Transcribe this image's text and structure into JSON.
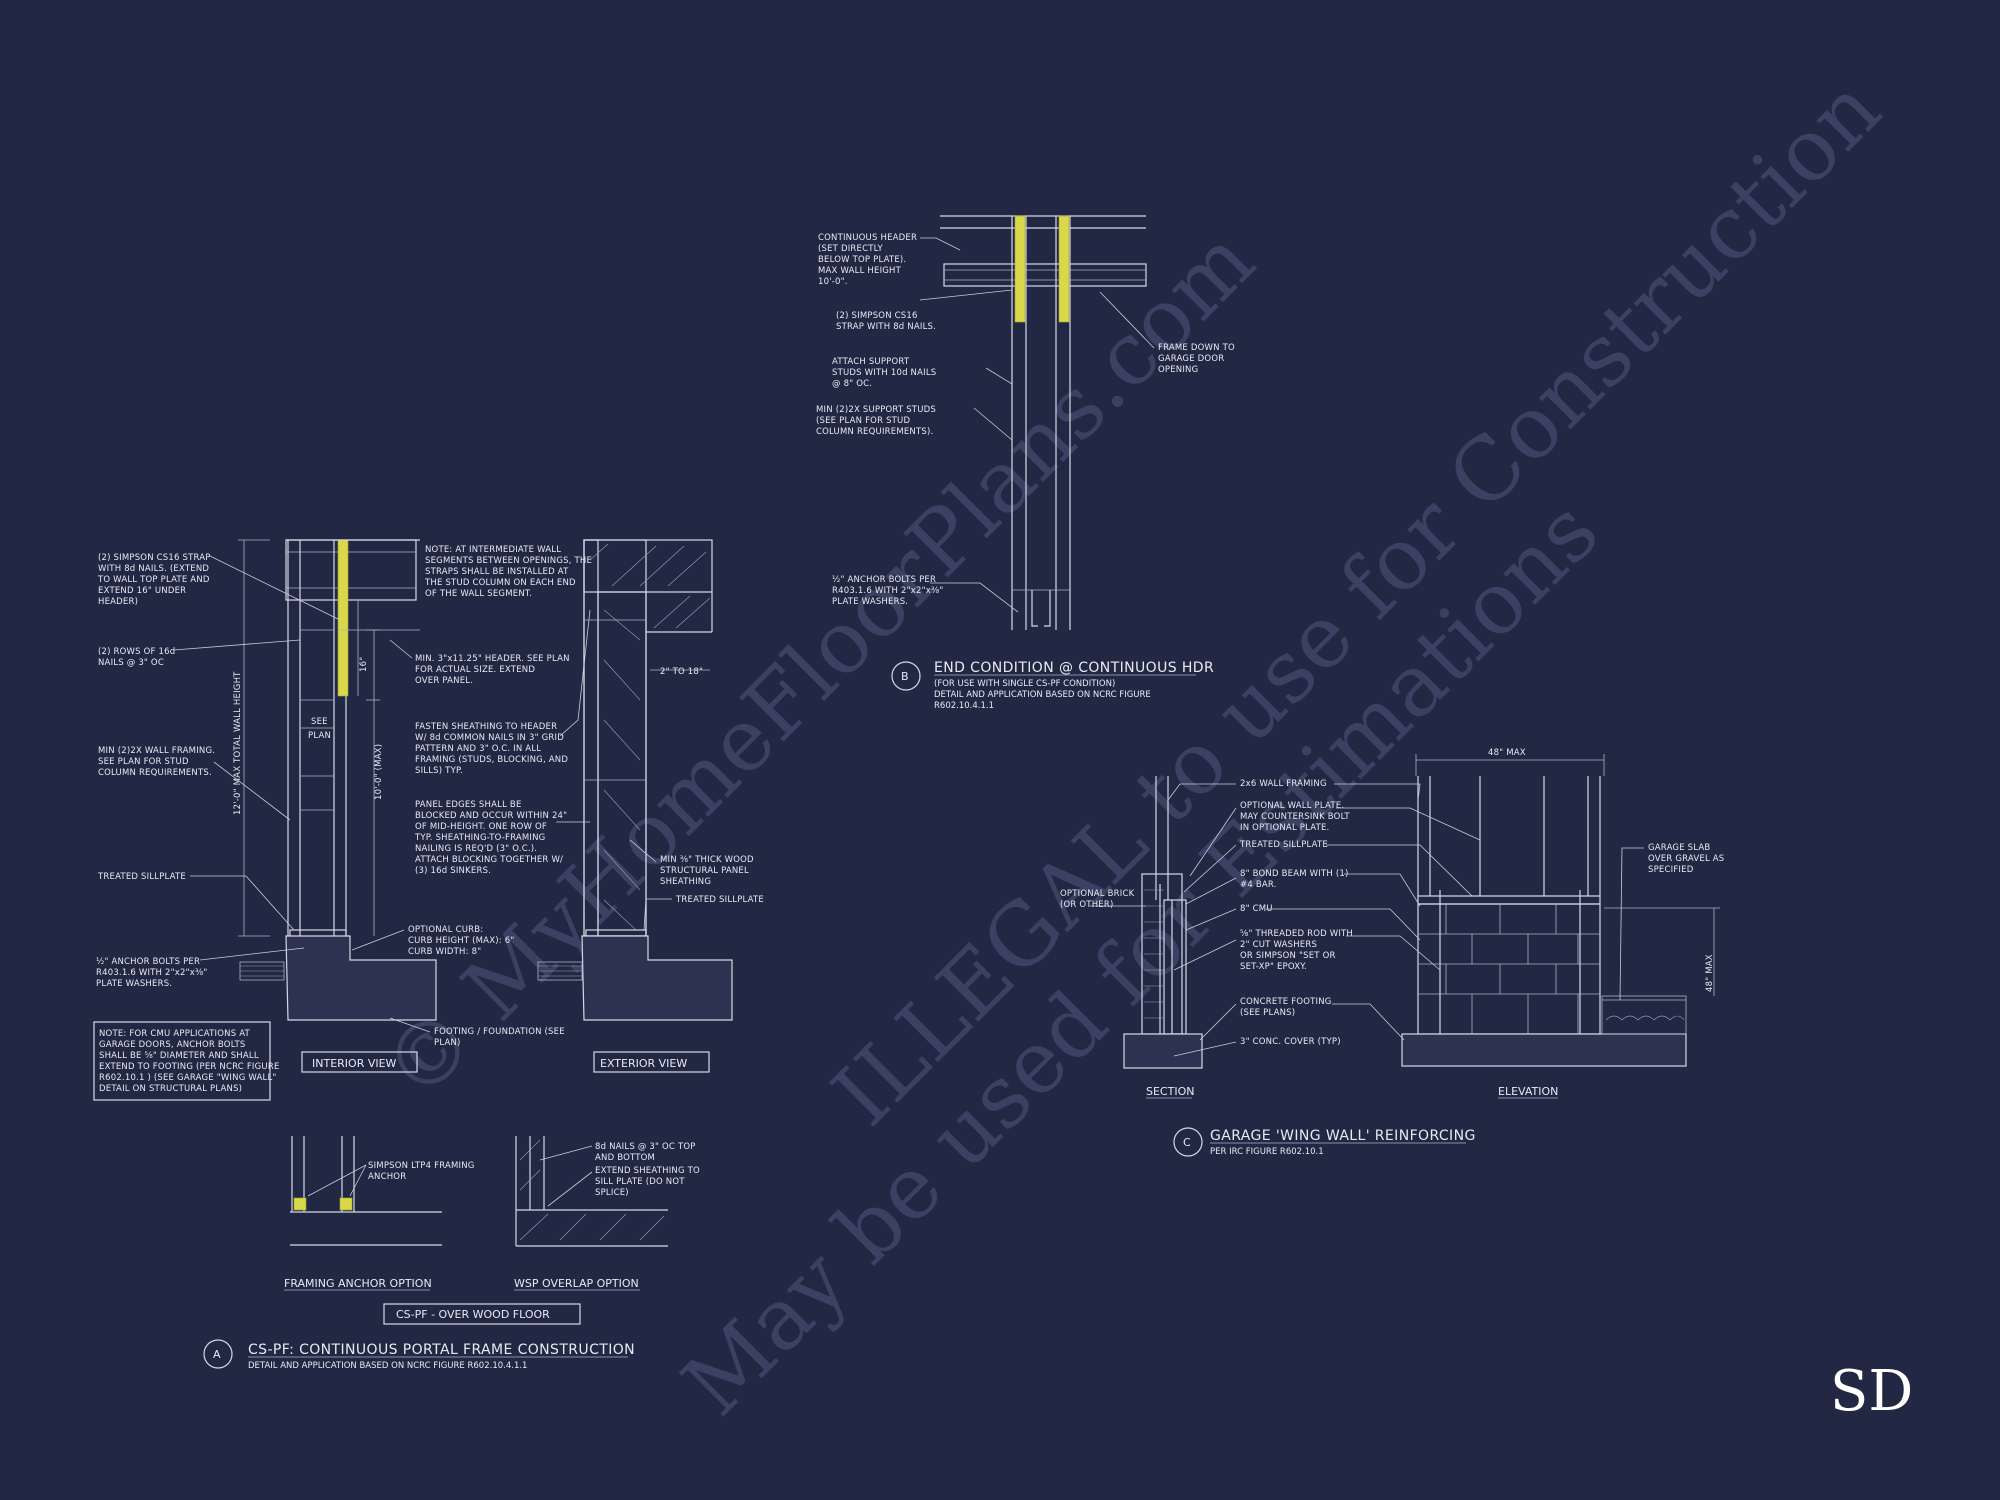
{
  "watermark": {
    "line1": "© MyHomeFloorPlans.com",
    "line2": "ILLEGAL to use for Construction",
    "line3": "May be used for Estimations"
  },
  "logo_text": "SD",
  "detail_a": {
    "marker": "A",
    "title": "CS-PF: CONTINUOUS PORTAL FRAME CONSTRUCTION",
    "subtitle": "DETAIL AND APPLICATION BASED ON NCRC FIGURE R602.10.4.1.1",
    "interior_view": "INTERIOR VIEW",
    "exterior_view": "EXTERIOR VIEW",
    "framing_anchor_option": "FRAMING ANCHOR OPTION",
    "wsp_overlap_option": "WSP OVERLAP OPTION",
    "over_wood_floor": "CS-PF - OVER WOOD FLOOR",
    "dim_total_height": "12'-0\" MAX TOTAL WALL HEIGHT",
    "dim_max": "10'-0\" (MAX)",
    "dim_16": "16\"",
    "dim_2to18": "2\" TO 18\"",
    "see_plan": [
      "SEE",
      "PLAN"
    ],
    "notes": {
      "strap": [
        "(2) SIMPSON CS16 STRAP",
        "WITH 8d NAILS. (EXTEND",
        "TO WALL TOP PLATE AND",
        "EXTEND 16\" UNDER",
        "HEADER)"
      ],
      "nails": [
        "(2) ROWS OF 16d",
        "NAILS @ 3\" OC"
      ],
      "framing": [
        "MIN (2)2X WALL FRAMING.",
        "SEE PLAN FOR STUD",
        "COLUMN REQUIREMENTS."
      ],
      "sillplate": [
        "TREATED SILLPLATE"
      ],
      "anchor": [
        "½\" ANCHOR BOLTS PER",
        "R403.1.6 WITH 2\"x2\"x⅜\"",
        "PLATE WASHERS."
      ],
      "intermediate": [
        "NOTE: AT INTERMEDIATE WALL",
        "SEGMENTS BETWEEN OPENINGS, THE",
        "STRAPS SHALL BE INSTALLED AT",
        "THE STUD COLUMN ON EACH END",
        "OF THE WALL SEGMENT."
      ],
      "header": [
        "MIN. 3\"x11.25\" HEADER. SEE PLAN",
        "FOR ACTUAL SIZE. EXTEND",
        "OVER PANEL."
      ],
      "fasten": [
        "FASTEN SHEATHING TO HEADER",
        "W/ 8d COMMON NAILS IN 3\" GRID",
        "PATTERN AND 3\" O.C. IN ALL",
        "FRAMING (STUDS, BLOCKING, AND",
        "SILLS) TYP."
      ],
      "panel_edges": [
        "PANEL EDGES SHALL BE",
        "BLOCKED AND OCCUR WITHIN 24\"",
        "OF MID-HEIGHT. ONE ROW OF",
        "TYP. SHEATHING-TO-FRAMING",
        "NAILING IS REQ'D (3\" O.C.).",
        "ATTACH BLOCKING TOGETHER W/",
        "(3) 16d SINKERS."
      ],
      "curb": [
        "OPTIONAL CURB:",
        "CURB HEIGHT (MAX): 6\"",
        "CURB WIDTH: 8\""
      ],
      "footing": [
        "FOOTING / FOUNDATION (SEE",
        "PLAN)"
      ],
      "osb": [
        "MIN ⅜\" THICK WOOD",
        "STRUCTURAL PANEL",
        "SHEATHING"
      ],
      "sillplate2": [
        "TREATED SILLPLATE"
      ],
      "cmu_note": [
        "NOTE: FOR CMU APPLICATIONS AT",
        "GARAGE DOORS, ANCHOR BOLTS",
        "SHALL BE ⅝\" DIAMETER AND SHALL",
        "EXTEND TO FOOTING (PER NCRC FIGURE",
        "R602.10.1 ) (SEE GARAGE \"WING WALL\"",
        "DETAIL ON STRUCTURAL PLANS)"
      ],
      "ltp4": [
        "SIMPSON LTP4 FRAMING",
        "ANCHOR"
      ],
      "nails8d": [
        "8d NAILS @ 3\" OC TOP",
        "AND BOTTOM"
      ],
      "extend": [
        "EXTEND SHEATHING TO",
        "SILL PLATE (DO NOT",
        "SPLICE)"
      ]
    }
  },
  "detail_b": {
    "marker": "B",
    "title": "END CONDITION @ CONTINUOUS HDR",
    "subtitle": [
      "(FOR USE WITH SINGLE CS-PF CONDITION)",
      "DETAIL AND APPLICATION BASED ON NCRC FIGURE",
      "R602.10.4.1.1"
    ],
    "notes": {
      "header": [
        "CONTINUOUS HEADER",
        "(SET DIRECTLY",
        "BELOW TOP PLATE).",
        "MAX WALL HEIGHT",
        "10'-0\"."
      ],
      "strap": [
        "(2) SIMPSON CS16",
        "STRAP WITH 8d NAILS."
      ],
      "attach": [
        "ATTACH SUPPORT",
        "STUDS WITH 10d NAILS",
        "@ 8\" OC."
      ],
      "support": [
        "MIN (2)2X SUPPORT STUDS",
        "(SEE PLAN FOR STUD",
        "COLUMN REQUIREMENTS)."
      ],
      "anchor": [
        "½\" ANCHOR BOLTS PER",
        "R403.1.6 WITH 2\"x2\"x⅜\"",
        "PLATE WASHERS."
      ],
      "frame_down": [
        "FRAME DOWN TO",
        "GARAGE DOOR",
        "OPENING"
      ]
    }
  },
  "detail_c": {
    "marker": "C",
    "title": "GARAGE 'WING WALL' REINFORCING",
    "subtitle": "PER IRC FIGURE R602.10.1",
    "section_label": "SECTION",
    "elevation_label": "ELEVATION",
    "dim_48max": "48\" MAX",
    "dim_48max_v": "48\" MAX",
    "notes": {
      "framing": [
        "2x6 WALL FRAMING"
      ],
      "wall_plate": [
        "OPTIONAL WALL PLATE.",
        "MAY COUNTERSINK BOLT",
        "IN OPTIONAL PLATE."
      ],
      "sillplate": [
        "TREATED SILLPLATE"
      ],
      "bond_beam": [
        "8\" BOND BEAM WITH (1)",
        "#4 BAR."
      ],
      "cmu": [
        "8\" CMU"
      ],
      "rod": [
        "⅝\" THREADED ROD WITH",
        "2\" CUT WASHERS",
        "OR SIMPSON \"SET OR",
        "SET-XP\" EPOXY."
      ],
      "footing": [
        "CONCRETE FOOTING",
        "(SEE PLANS)"
      ],
      "cover": [
        "3\" CONC. COVER (TYP)"
      ],
      "brick": [
        "OPTIONAL BRICK",
        "(OR OTHER)"
      ],
      "slab": [
        "GARAGE SLAB",
        "OVER GRAVEL AS",
        "SPECIFIED"
      ]
    }
  }
}
